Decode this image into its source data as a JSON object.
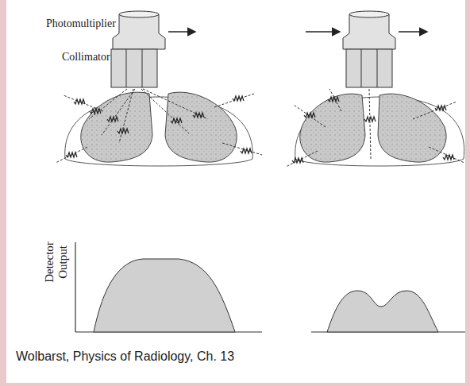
{
  "diagram": {
    "caption": "Wolbarst, Physics of Radiology, Ch. 13",
    "labels": [
      "Photomultiplier",
      "Collimator",
      "Detector Output"
    ]
  }
}
